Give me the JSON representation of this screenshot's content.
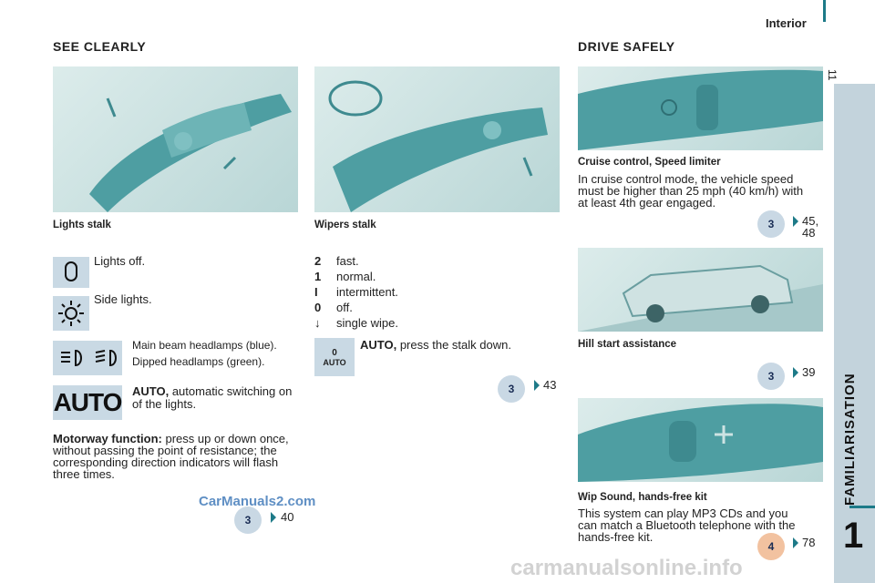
{
  "header": {
    "section": "Interior",
    "page_number": "11"
  },
  "sidebar": {
    "label": "FAMILIARISATION",
    "chapter": "1"
  },
  "left": {
    "title": "SEE CLEARLY",
    "lights_caption": "Lights stalk",
    "lights_off": "Lights off.",
    "side_lights": "Side lights.",
    "main_beam": "Main beam headlamps (blue).",
    "dipped": "Dipped headlamps (green).",
    "auto_icon": "AUTO",
    "auto_bold": "AUTO,",
    "auto_text": " automatic switching on of the lights.",
    "motorway_bold": "Motorway function:",
    "motorway_text": " press up or down once, without passing the point of resistance; the corresponding direction indicators will flash three times.",
    "ref_badge": "3",
    "ref_page": "40",
    "watermark": "CarManuals2.com"
  },
  "middle": {
    "wipers_caption": "Wipers stalk",
    "rows": [
      {
        "key": "2",
        "text": "fast."
      },
      {
        "key": "1",
        "text": "normal."
      },
      {
        "key": "I",
        "text": "intermittent."
      },
      {
        "key": "0",
        "text": "off."
      },
      {
        "key": "↓",
        "text": "single wipe."
      }
    ],
    "auto_bold": "AUTO,",
    "auto_text": " press the stalk down.",
    "auto_icon_top": "0",
    "auto_icon_bottom": "AUTO",
    "ref_badge": "3",
    "ref_page": "43"
  },
  "right": {
    "title": "DRIVE SAFELY",
    "cruise_caption": "Cruise control, Speed limiter",
    "cruise_text": "In cruise control mode, the vehicle speed must be higher than 25 mph (40 km/h) with at least 4th gear engaged.",
    "cruise_badge": "3",
    "cruise_ref": "45,",
    "cruise_ref2": "48",
    "hill_caption": "Hill start assistance",
    "hill_badge": "3",
    "hill_ref": "39",
    "wip_caption": "Wip Sound, hands-free kit",
    "wip_text": "This system can play MP3 CDs and you can match a Bluetooth telephone with the hands-free kit.",
    "wip_badge": "4",
    "wip_ref": "78"
  },
  "footer_watermark": "carmanualsonline.info"
}
